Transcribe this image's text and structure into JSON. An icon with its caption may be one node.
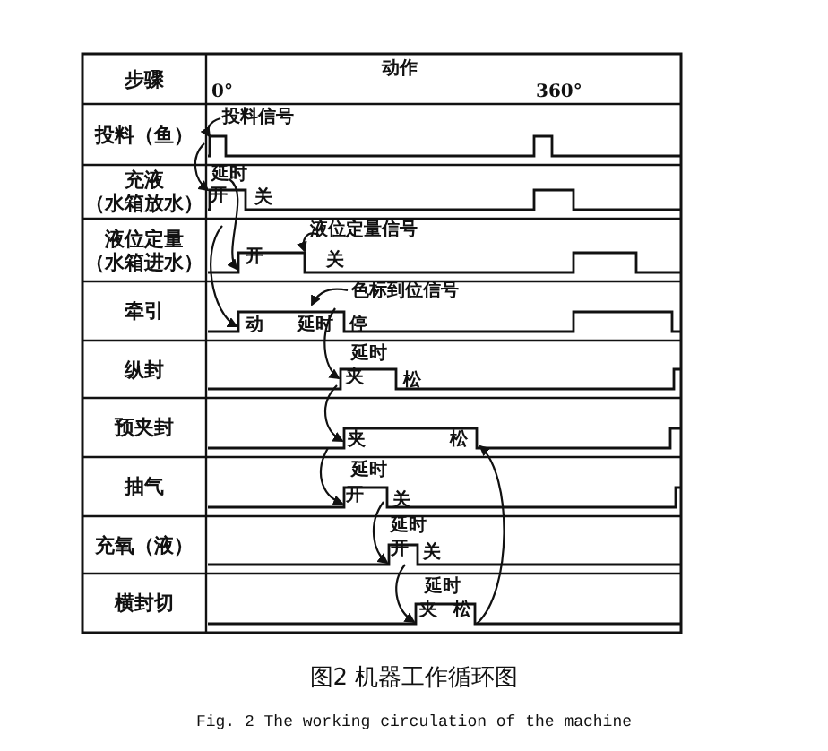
{
  "diagram": {
    "caption": "图2 机器工作循环图",
    "labels": [
      "步骤",
      "动作",
      "0°",
      "360°",
      "投料（鱼）",
      "投料信号",
      "充液（水箱放水）",
      "延时",
      "开",
      "关",
      "液位定量（水箱进水）",
      "液位定量信号",
      "开",
      "关",
      "牵引",
      "色标到位信号",
      "动",
      "延时",
      "停",
      "纵封",
      "延时",
      "夹",
      "松",
      "预夹封",
      "夹",
      "松",
      "抽气",
      "延时",
      "开",
      "关",
      "充氧（液）",
      "延时",
      "开",
      "关",
      "横封切",
      "延时",
      "夹",
      "松",
      "Fig. 2 The working circulation of the machine"
    ]
  }
}
